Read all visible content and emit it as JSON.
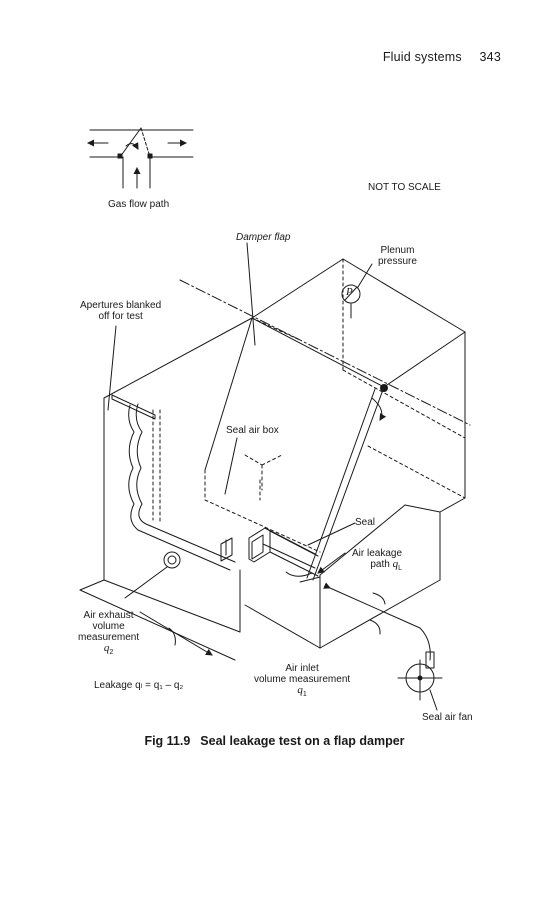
{
  "header": {
    "section": "Fluid systems",
    "page_number": "343"
  },
  "figure": {
    "labels": {
      "gas_flow_path": "Gas flow path",
      "not_to_scale": "NOT TO SCALE",
      "damper_flap": "Damper flap",
      "plenum_pressure": [
        "Plenum",
        "pressure"
      ],
      "plenum_gauge_letter": "P",
      "apertures": [
        "Apertures blanked",
        "off for test"
      ],
      "seal_air_box": "Seal air box",
      "seal": "Seal",
      "air_leakage_path": [
        "Air leakage",
        "path"
      ],
      "air_leakage_symbol": "q",
      "air_leakage_subscript": "L",
      "air_exhaust": [
        "Air exhaust",
        "volume",
        "measurement"
      ],
      "air_exhaust_symbol": "q",
      "air_exhaust_subscript": "2",
      "leakage_equation": "Leakage qₗ = q₁ – q₂",
      "air_inlet": [
        "Air inlet",
        "volume measurement"
      ],
      "air_inlet_symbol": "q",
      "air_inlet_subscript": "1",
      "seal_air_fan": "Seal air fan"
    }
  },
  "caption": {
    "figure_number": "Fig 11.9",
    "title": "Seal leakage test on a flap damper"
  }
}
